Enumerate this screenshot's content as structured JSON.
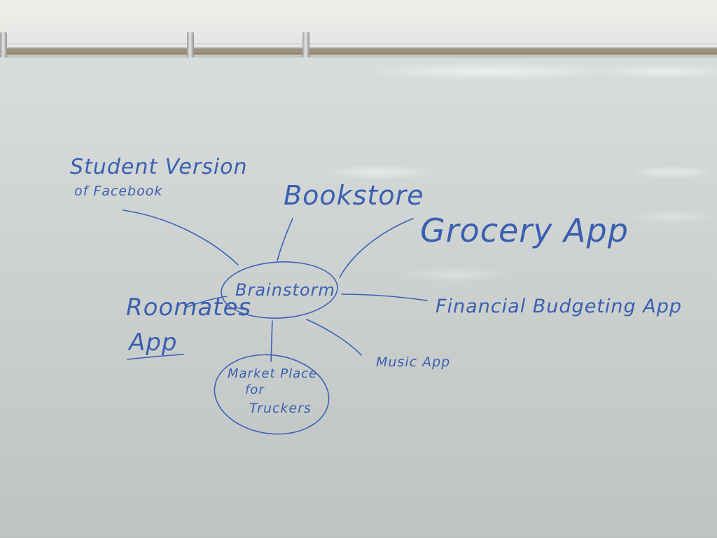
{
  "whiteboard": {
    "center": "Brainstorm",
    "ideas": {
      "student_version_line1": "Student Version",
      "student_version_line2": "of Facebook",
      "bookstore": "Bookstore",
      "grocery_app": "Grocery App",
      "financial_budgeting_app": "Financial  Budgeting App",
      "roommates_line1": "Roomates",
      "roommates_line2": "App",
      "music_app": "Music App",
      "marketplace_line1": "Market Place",
      "marketplace_line2": "for",
      "marketplace_line3": "Truckers"
    },
    "ink_color": "#3e63b4"
  }
}
